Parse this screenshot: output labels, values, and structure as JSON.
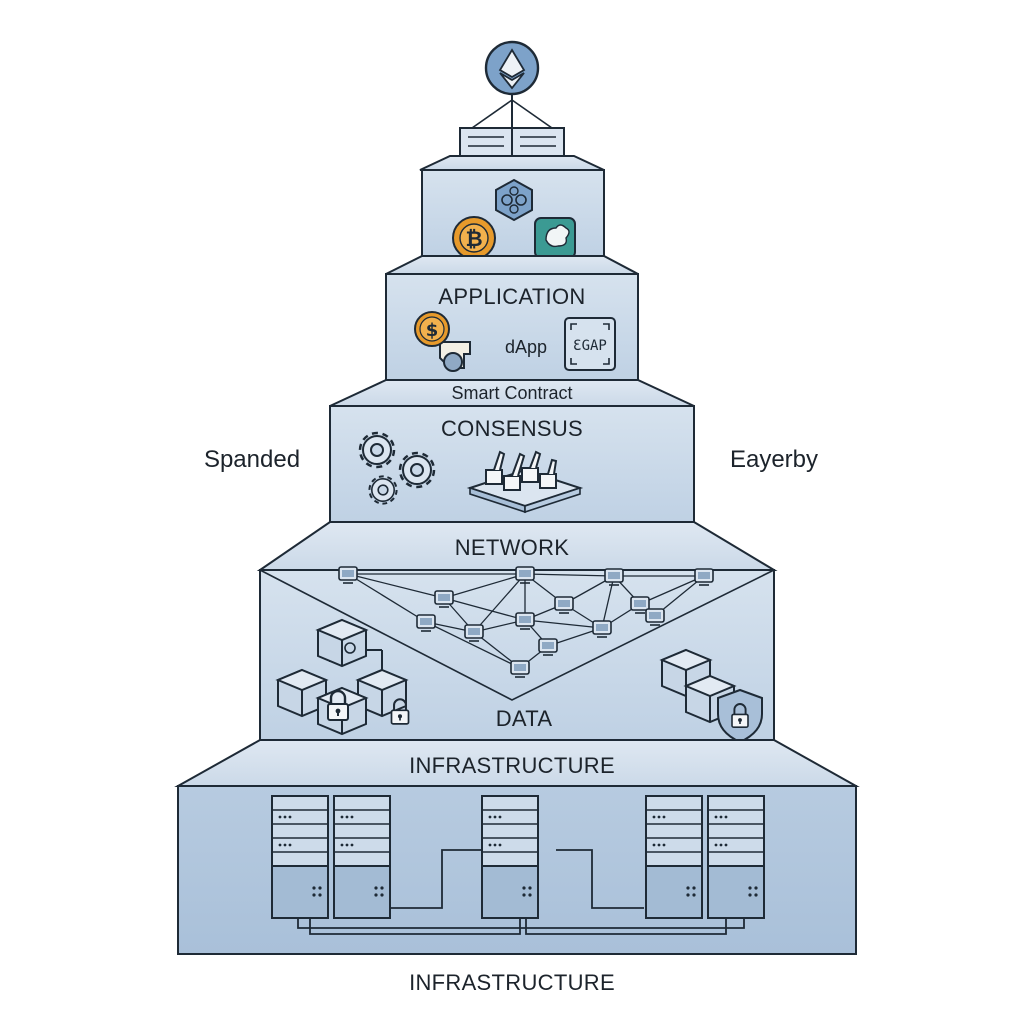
{
  "layers": {
    "application": "APPLICATION",
    "smart_contract": "Smart Contract",
    "dapp": "dApp",
    "dapp_box_text": "ƐGAP",
    "consensus": "CONSENSUS",
    "network": "NETWORK",
    "data": "DATA",
    "infrastructure_top": "INFRASTRUCTURE",
    "infrastructure_bottom": "INFRASTRUCTURE"
  },
  "side_labels": {
    "left": "Spanded",
    "right": "Eayerby"
  },
  "coins": {
    "bitcoin_symbol": "₿",
    "dollar_symbol": "$"
  },
  "colors": {
    "layer_fill": "#c9d8e8",
    "layer_fill_light": "#d8e3ef",
    "layer_fill_dark": "#a8bfd8",
    "outline": "#1e2a36",
    "bitcoin": "#e79a2b",
    "teal": "#3b9a93",
    "eth_circle": "#7da2c9"
  },
  "icons": [
    "ethereum-icon",
    "network-hexagon-icon",
    "bitcoin-icon",
    "teal-token-icon",
    "dollar-coin-icon",
    "gear-icon",
    "voting-hands-icon",
    "computer-node-icon",
    "block-cube-icon",
    "padlock-icon",
    "shield-lock-icon",
    "server-rack-icon"
  ]
}
